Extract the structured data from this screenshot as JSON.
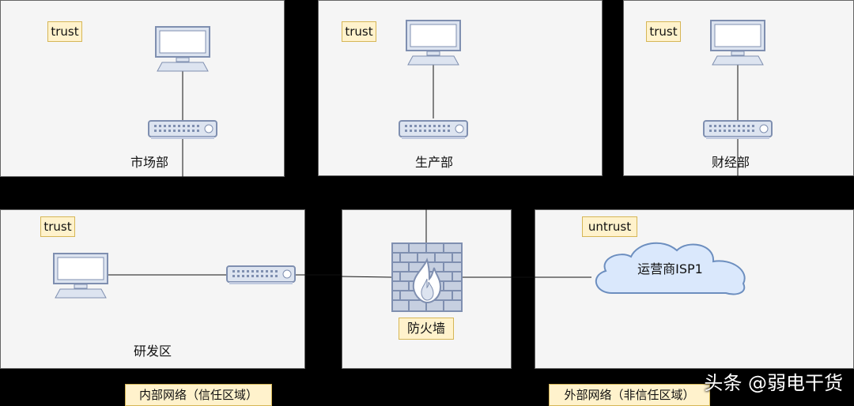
{
  "zones": [
    {
      "id": "market",
      "tag": "trust",
      "label": "市场部"
    },
    {
      "id": "production",
      "tag": "trust",
      "label": "生产部"
    },
    {
      "id": "finance",
      "tag": "trust",
      "label": "财经部"
    },
    {
      "id": "rnd",
      "tag": "trust",
      "label": "研发区"
    },
    {
      "id": "firewall",
      "label": "防火墙"
    },
    {
      "id": "external",
      "tag": "untrust",
      "cloud": "运营商ISP1"
    }
  ],
  "captions": {
    "internal": "内部网络（信任区域）",
    "external": "外部网络（非信任区域）"
  },
  "watermark": "头条 @弱电干货",
  "colors": {
    "zone_bg": "#f5f5f5",
    "tag_bg": "#fff2cc",
    "tag_border": "#d6b656",
    "cloud_fill": "#dae8fc",
    "cloud_stroke": "#6c8ebf",
    "device_fill": "#dde4f0",
    "device_stroke": "#7f8fb0"
  }
}
